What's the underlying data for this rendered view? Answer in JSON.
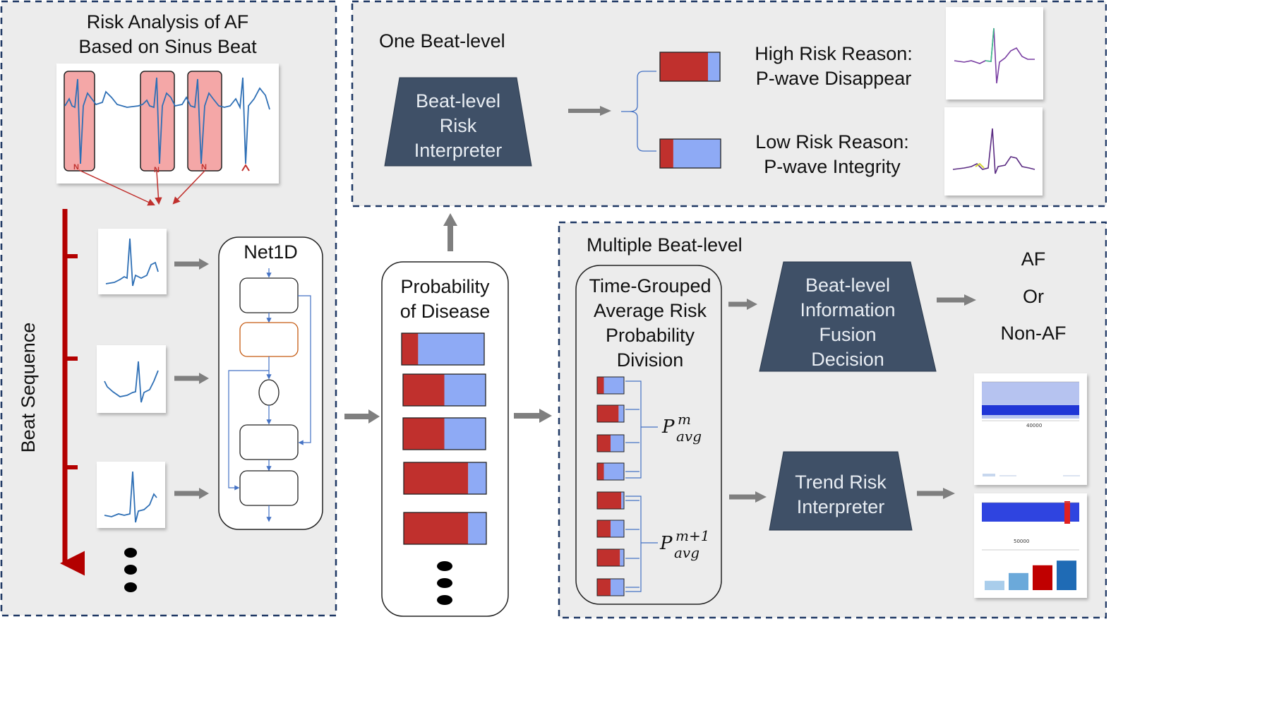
{
  "left_panel": {
    "title_line1": "Risk Analysis of AF",
    "title_line2": "Based on Sinus Beat",
    "beat_marker": "N",
    "beat_sequence_label": "Beat Sequence",
    "net_title": "Net1D"
  },
  "probability": {
    "line1": "Probability",
    "line2": "of Disease",
    "bars": [
      0.2,
      0.5,
      0.5,
      0.78,
      0.78
    ]
  },
  "one_beat": {
    "title": "One Beat-level",
    "interpreter_line1": "Beat-level",
    "interpreter_line2": "Risk",
    "interpreter_line3": "Interpreter",
    "high_bar": 0.8,
    "low_bar": 0.22,
    "high_line1": "High Risk Reason:",
    "high_line2": "P-wave Disappear",
    "low_line1": "Low Risk Reason:",
    "low_line2": "P-wave Integrity"
  },
  "multi_beat": {
    "title": "Multiple Beat-level",
    "group_line1": "Time-Grouped",
    "group_line2": "Average Risk",
    "group_line3": "Probability",
    "group_line4": "Division",
    "group_bars": [
      0.25,
      0.8,
      0.5,
      0.25,
      0.9,
      0.5,
      0.85,
      0.5
    ],
    "p_symbol": "P",
    "p1_sup": "m",
    "p1_sub": "avg",
    "p2_sup": "m+1",
    "p2_sub": "avg",
    "fusion_line1": "Beat-level",
    "fusion_line2": "Information",
    "fusion_line3": "Fusion",
    "fusion_line4": "Decision",
    "trend_line1": "Trend Risk",
    "trend_line2": "Interpreter",
    "out_af": "AF",
    "out_or": "Or",
    "out_nonaf": "Non-AF",
    "thumb1_tick": "40000",
    "thumb2_tick": "50000",
    "trend_bars": [
      0.3,
      0.55,
      0.8,
      0.95
    ]
  },
  "colors": {
    "risk_red": "#c0302d",
    "safe_blue": "#8eaaf5",
    "dark_trapezoid": "#3f5067",
    "arrow_gray": "#7f7f7f",
    "seq_red": "#b30000",
    "panel_bg": "#ececec"
  }
}
